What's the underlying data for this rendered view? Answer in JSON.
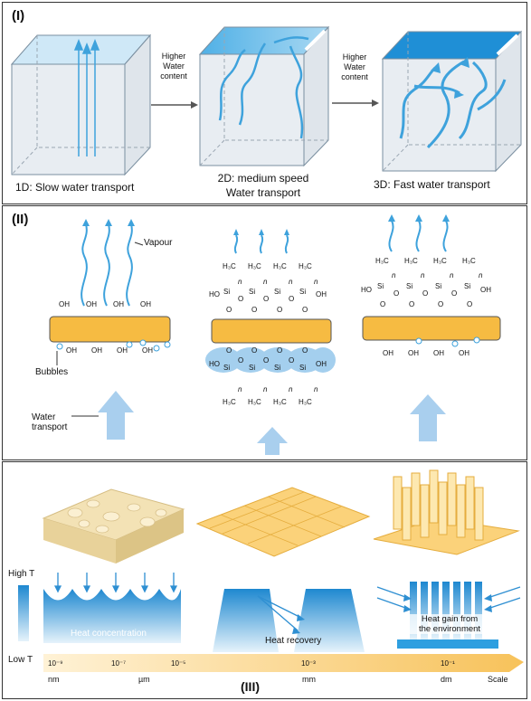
{
  "panel1": {
    "label": "(I)",
    "arrow1_text": [
      "Higher",
      "Water",
      "content"
    ],
    "arrow2_text": [
      "Higher",
      "Water",
      "content"
    ],
    "captions": [
      "1D: Slow water transport",
      "2D: medium  speed",
      "Water transport",
      "3D: Fast water transport"
    ]
  },
  "panel2": {
    "label": "(II)",
    "vapour": "Vapour",
    "bubbles": "Bubbles",
    "water_transport": [
      "Water",
      "transport"
    ],
    "oh": "OH",
    "o": "O",
    "si": "Si",
    "ho": "HO",
    "h3c": "H₃C",
    "n": "n"
  },
  "panel3": {
    "label": "(III)",
    "high_t": "High T",
    "low_t": "Low T",
    "heat_concentration": "Heat concentration",
    "heat_recovery": "Heat recovery",
    "heat_gain": [
      "Heat gain from",
      "the environment"
    ],
    "scale_ticks": [
      "10⁻⁹",
      "10⁻⁷",
      "10⁻⁵",
      "10⁻³",
      "10⁻¹"
    ],
    "scale_units": [
      "nm",
      "µm",
      "mm",
      "dm"
    ],
    "scale_label": "Scale"
  },
  "colors": {
    "water": "#3ea2dc",
    "orange": "#f6bb42",
    "light_blue": "#9cc8ea",
    "scale_bar": "#f8c870"
  }
}
